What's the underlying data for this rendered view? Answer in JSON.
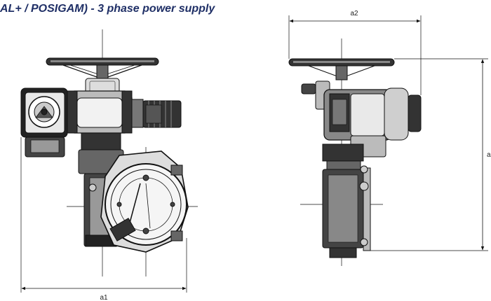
{
  "title": "AL+ / POSIGAM) - 3 phase power supply",
  "dimensions": {
    "a1": "a1",
    "a2": "a2",
    "a3": "a"
  },
  "colors": {
    "title": "#1f2f66",
    "line": "#111111",
    "dark": "#222222",
    "mid": "#555555",
    "light": "#9a9a9a"
  }
}
